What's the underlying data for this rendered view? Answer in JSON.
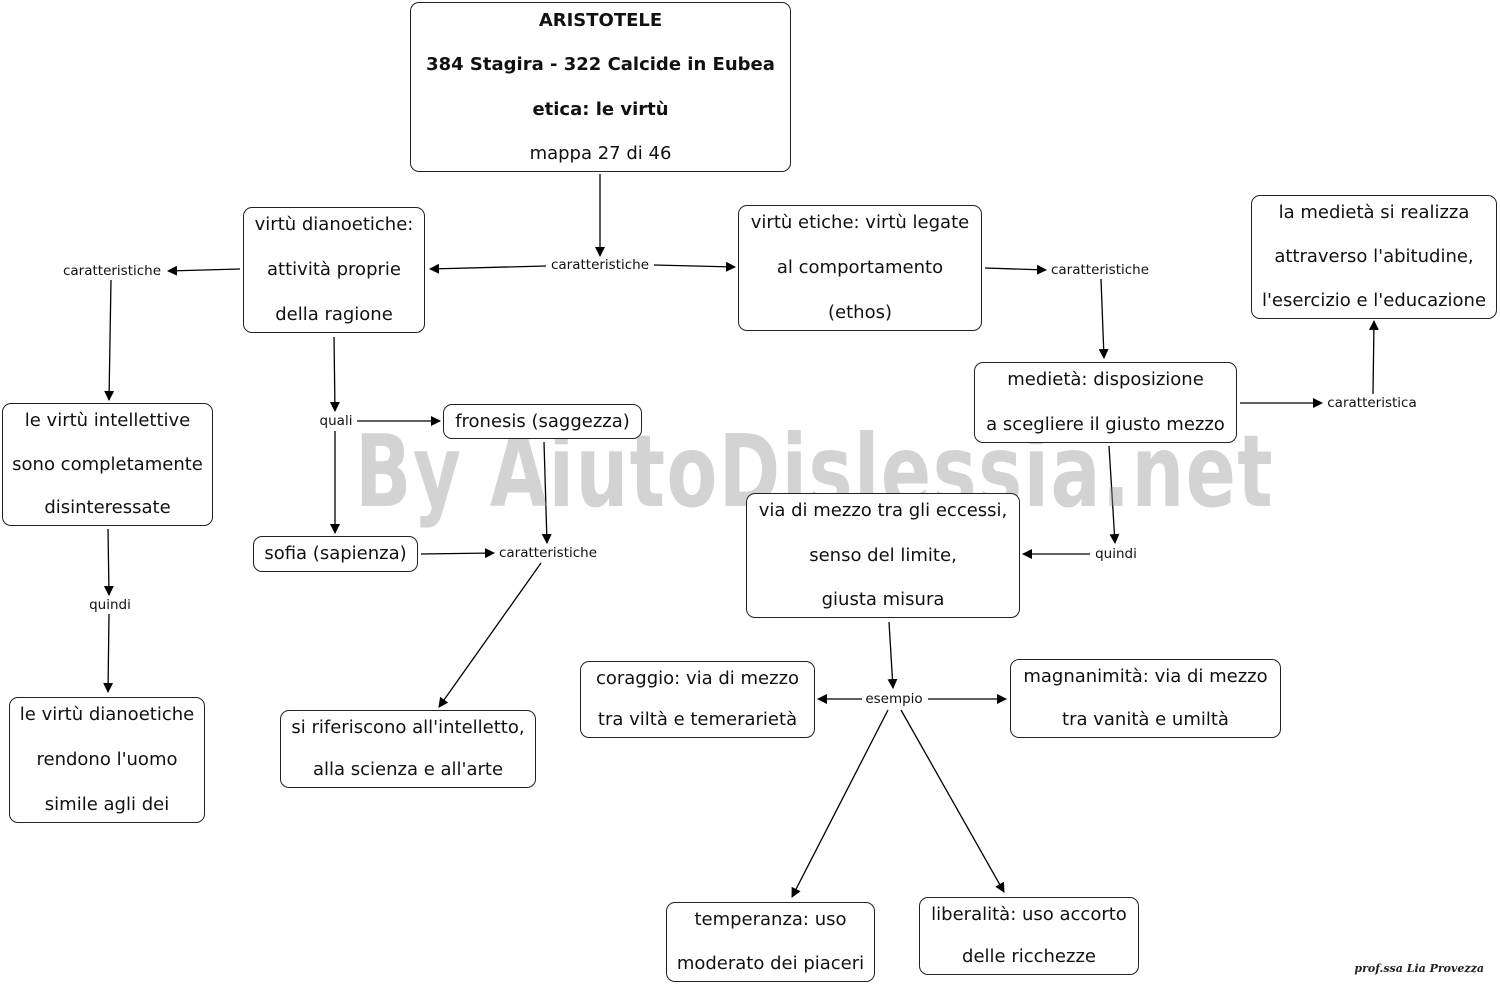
{
  "title": {
    "line1": "ARISTOTELE",
    "line2": "384 Stagira - 322 Calcide in Eubea",
    "line3": "etica: le virtù",
    "line4": "mappa  27 di 46"
  },
  "nodes": {
    "dianoetiche": [
      "virtù dianoetiche:",
      "attività proprie",
      "della ragione"
    ],
    "etiche": [
      "virtù etiche: virtù legate",
      "al comportamento",
      "(ethos)"
    ],
    "intellettive": [
      "le virtù intellettive",
      "sono completamente",
      "disinteressate"
    ],
    "rendono": [
      "le virtù dianoetiche",
      "rendono l'uomo",
      "simile agli dei"
    ],
    "fronesis": [
      "fronesis (saggezza)"
    ],
    "sofia": [
      "sofia (sapienza)"
    ],
    "intelletto": [
      "si riferiscono all'intelletto,",
      "alla scienza e all'arte"
    ],
    "medieta": [
      "medietà: disposizione",
      "a scegliere il giusto mezzo"
    ],
    "abitudine": [
      "la medietà si realizza",
      "attraverso l'abitudine,",
      "l'esercizio e l'educazione"
    ],
    "via_mezzo": [
      "via di mezzo tra gli eccessi,",
      "senso del limite,",
      "giusta misura"
    ],
    "coraggio": [
      "coraggio: via di mezzo",
      "tra viltà e temerarietà"
    ],
    "magnanimita": [
      "magnanimità: via di mezzo",
      "tra vanità e umiltà"
    ],
    "temperanza": [
      "temperanza: uso",
      "moderato dei piaceri"
    ],
    "liberalita": [
      "liberalità: uso accorto",
      "delle ricchezze"
    ]
  },
  "links": {
    "caratteristiche_top": "caratteristiche",
    "caratteristiche_left": "caratteristiche",
    "caratteristiche_right": "caratteristiche",
    "caratteristiche_mid": "caratteristiche",
    "caratteristica": "caratteristica",
    "quali": "quali",
    "quindi_left": "quindi",
    "quindi_right": "quindi",
    "esempio": "esempio"
  },
  "watermark": "By AiutoDislessia.net",
  "signature": "prof.ssa Lia Provezza"
}
